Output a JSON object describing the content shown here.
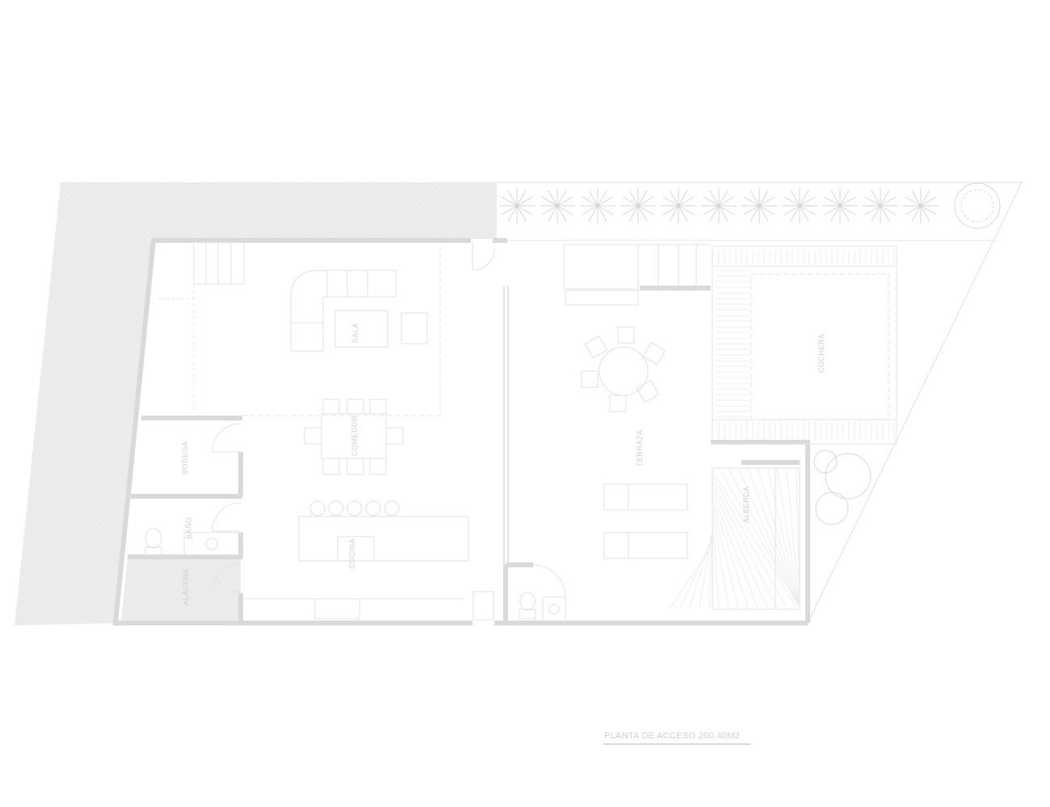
{
  "plan": {
    "title": "PLANTA DE ACCESO 200.40M2",
    "rooms": {
      "sala": "SALA",
      "comedor": "COMEDOR",
      "cocina": "COCINA",
      "bodega": "BODEGA",
      "bano": "BAÑO",
      "alacena": "ALACENA",
      "terraza": "TERRAZA",
      "cochera": "COCHERA",
      "alberca": "ALBERCA"
    }
  },
  "colors": {
    "wall": "#d9d9d9",
    "line": "#e3e3e3",
    "hatch": "#ececec",
    "text": "#cfcfcf"
  }
}
